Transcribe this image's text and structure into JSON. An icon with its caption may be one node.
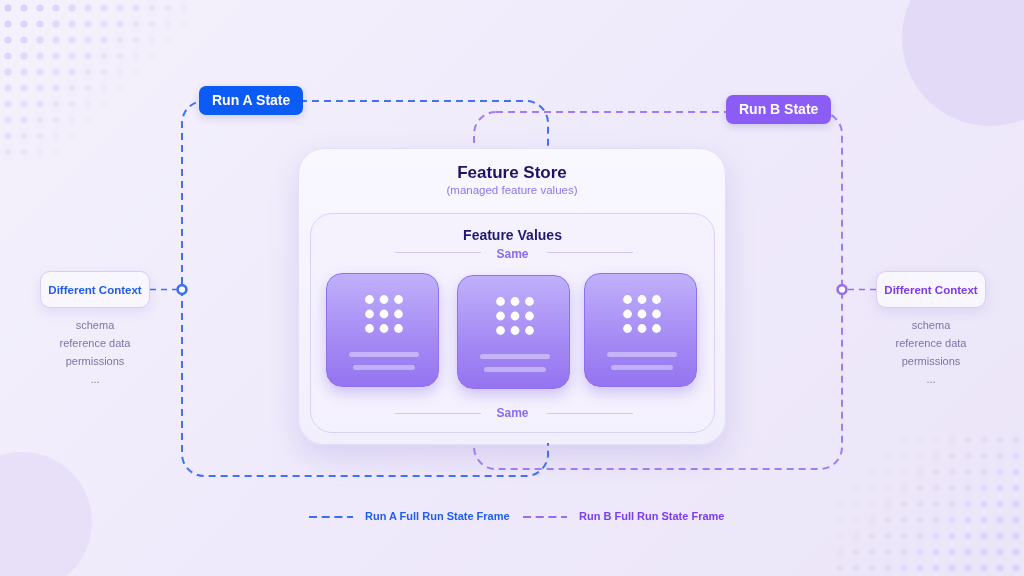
{
  "diagram": {
    "nodes": [
      {
        "text": [
          "Run A State"
        ]
      },
      {
        "text": [
          "Run B State"
        ]
      },
      {
        "text": [
          "Feature Store",
          "(managed feature values)"
        ]
      },
      {
        "text": [
          "Feature Values",
          "Same",
          "Same"
        ],
        "in": 2
      },
      {
        "text": [],
        "shape": "box"
      },
      {
        "text": [],
        "shape": "box",
        "in": 3
      },
      {
        "text": [],
        "shape": "box"
      },
      {
        "text": [
          "Different Context"
        ],
        "beside": [
          "schema",
          "reference data",
          "permissions",
          "..."
        ]
      },
      {
        "text": [
          "Different Context"
        ],
        "beside": [
          "schema",
          "reference data",
          "permissions",
          "..."
        ]
      }
    ],
    "edges": [
      {
        "from": 7,
        "to": 0,
        "arrow": "other",
        "style": "dashed",
        "color": "#3d6ff5"
      },
      {
        "from": 8,
        "to": 1,
        "arrow": "other",
        "style": "dashed",
        "color": "#9a6cf2"
      }
    ],
    "legend": [
      {
        "text": "Run A Full Run State Frame"
      },
      {
        "text": "Run B Full Run State Frame"
      }
    ]
  }
}
